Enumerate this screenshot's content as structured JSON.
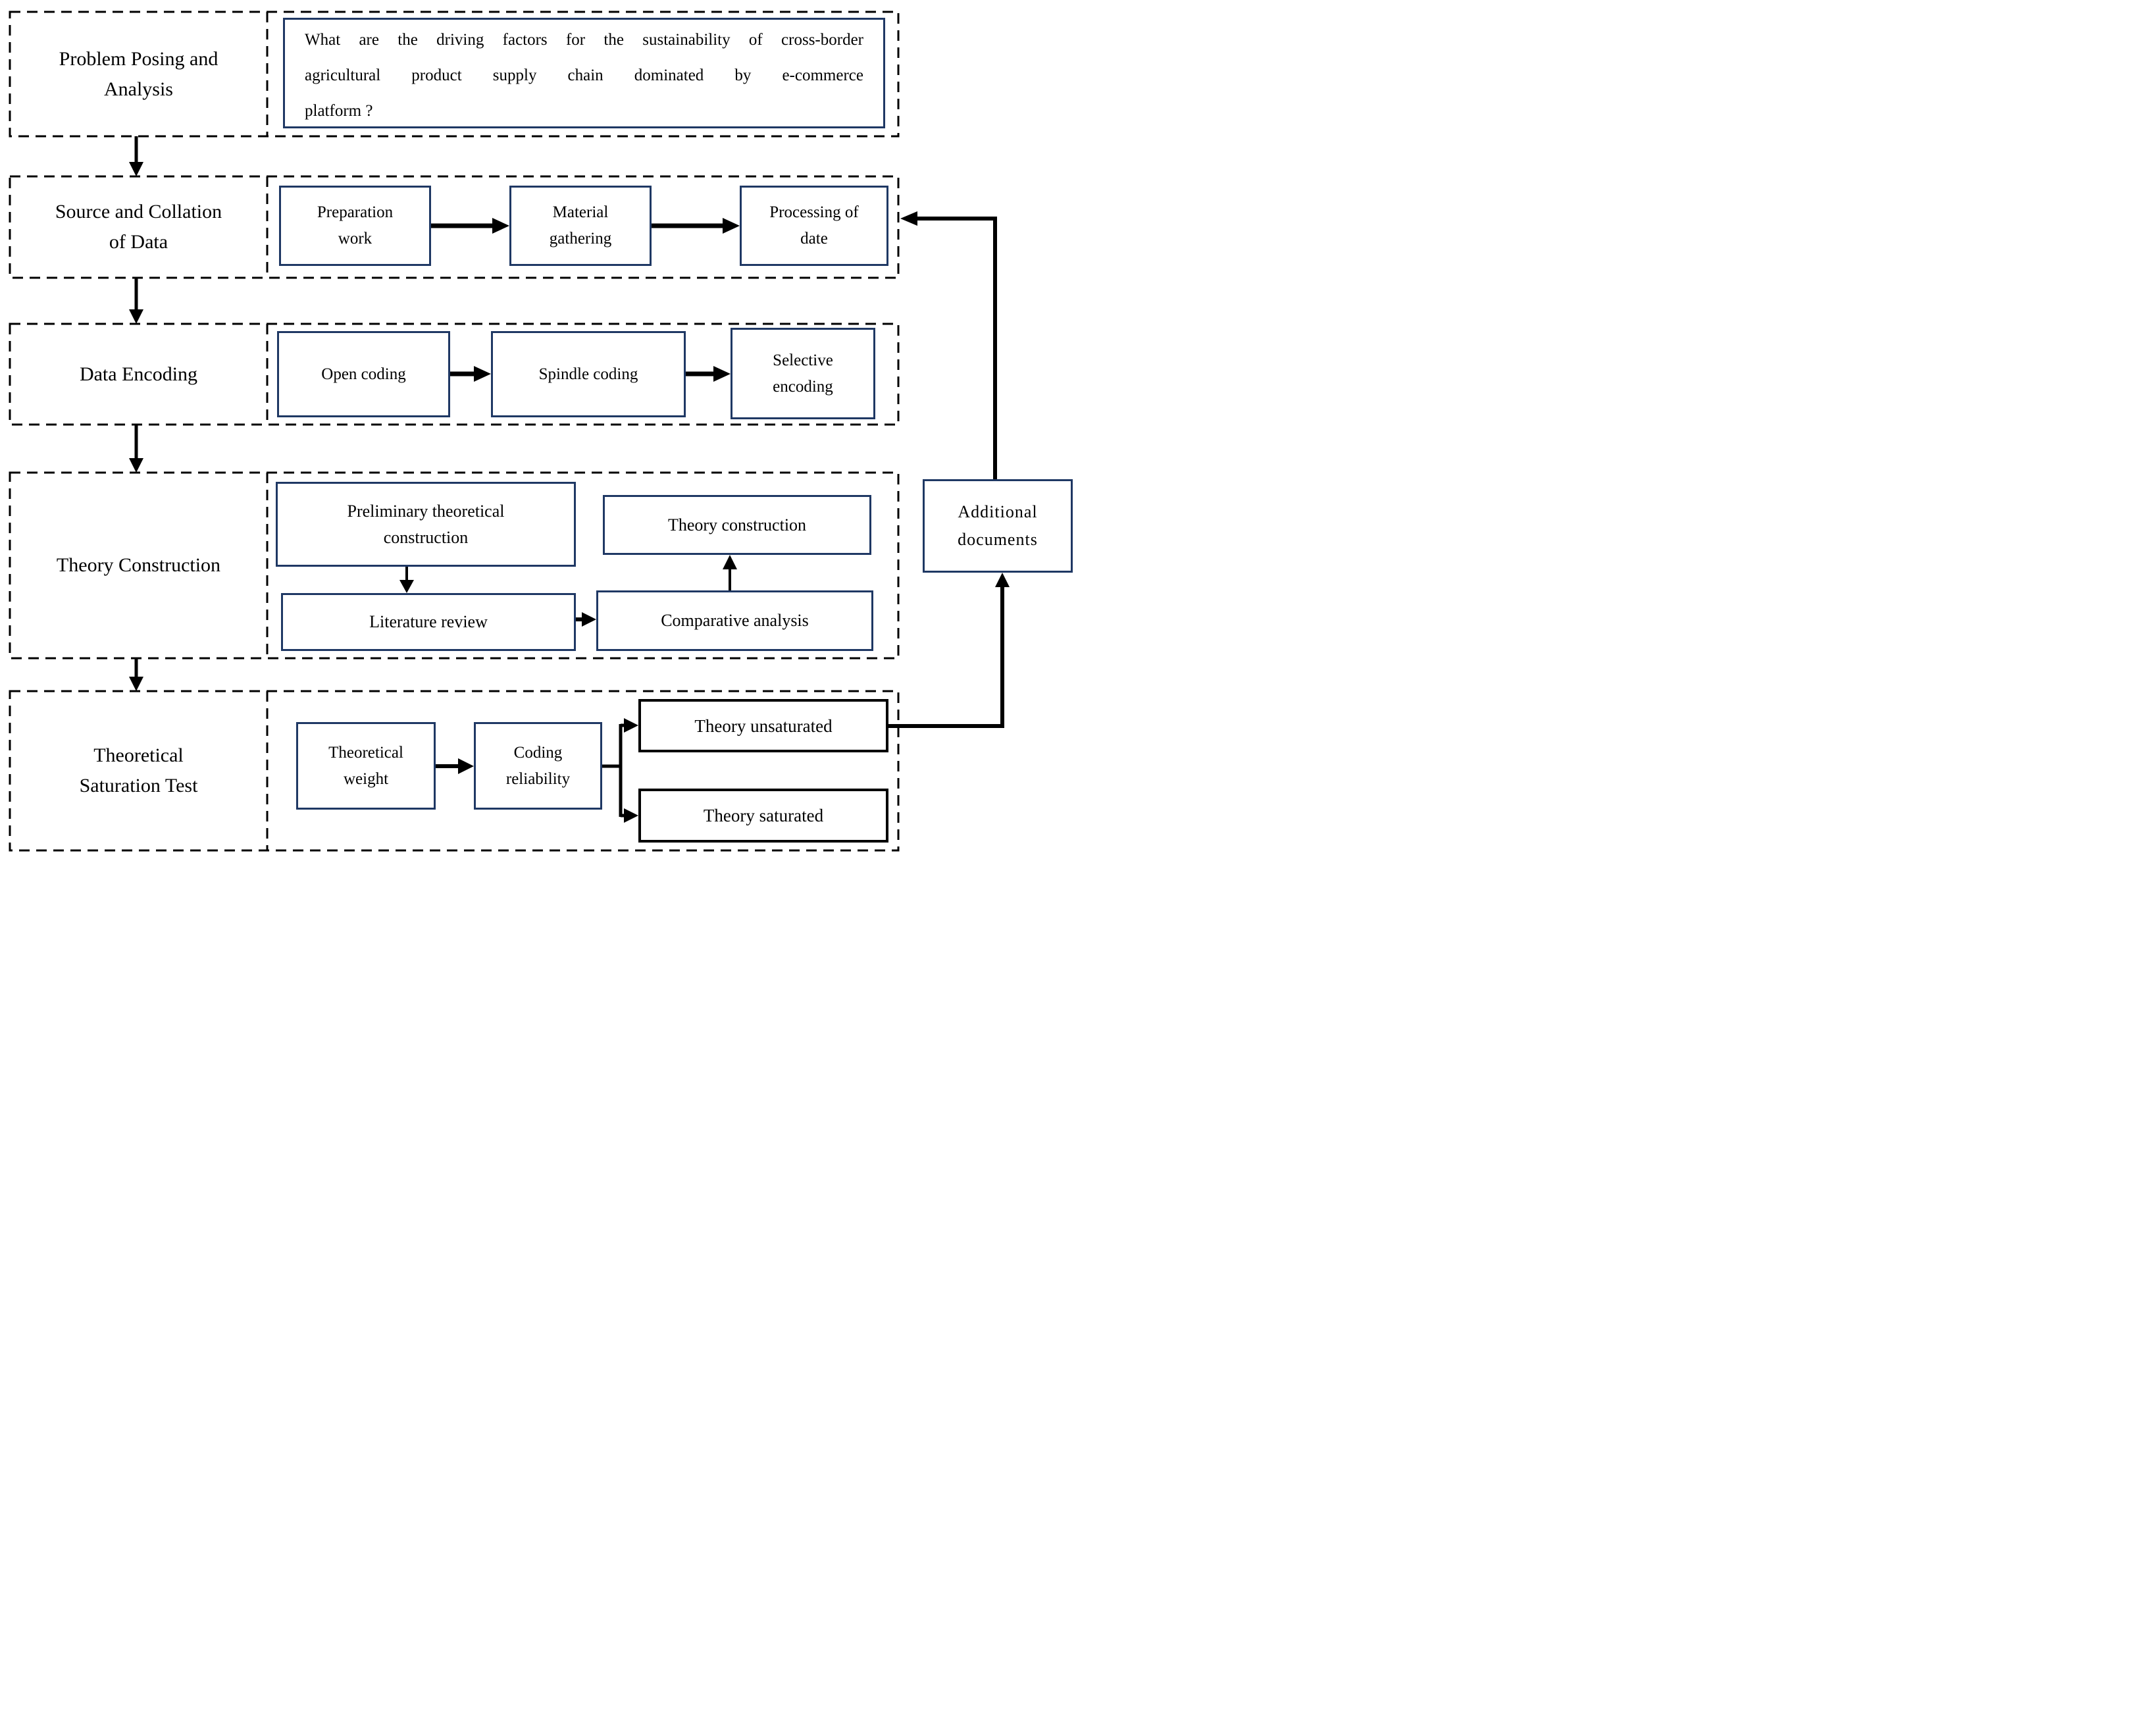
{
  "stages": {
    "problem_posing": "Problem Posing and\nAnalysis",
    "source_collation": "Source and Collation\nof Data",
    "data_encoding": "Data Encoding",
    "theory_construction": "Theory Construction",
    "theoretical_saturation": "Theoretical\nSaturation Test"
  },
  "question": {
    "lines": [
      "What are the driving factors for the sustainability of cross-border",
      "agricultural product supply chain dominated by e-commerce",
      "platform ?"
    ]
  },
  "boxes": {
    "preparation_work": "Preparation\nwork",
    "material_gathering": "Material\ngathering",
    "processing_of_date": "Processing of\ndate",
    "open_coding": "Open coding",
    "spindle_coding": "Spindle coding",
    "selective_encoding": "Selective\nencoding",
    "preliminary_theoretical": "Preliminary theoretical\nconstruction",
    "literature_review": "Literature review",
    "comparative_analysis": "Comparative analysis",
    "theory_construction_box": "Theory construction",
    "theoretical_weight": "Theoretical\nweight",
    "coding_reliability": "Coding\nreliability",
    "theory_unsaturated": "Theory unsaturated",
    "theory_saturated": "Theory saturated",
    "additional_documents": "Additional\ndocuments"
  },
  "colors": {
    "box_border": "#1f3864",
    "line": "#000000",
    "background": "#ffffff"
  }
}
